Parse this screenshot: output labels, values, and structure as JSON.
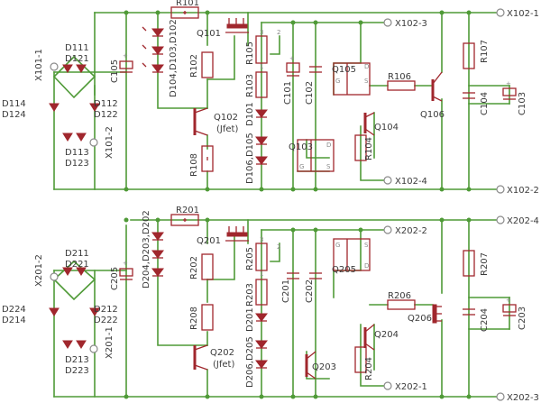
{
  "labels": {
    "r101": "R101",
    "q101": "Q101",
    "d_led1": "D104,D103,D102",
    "r102": "R102",
    "q102": "Q102",
    "jfet1": "(Jfet)",
    "r108": "R108",
    "r105": "R105",
    "r103": "R103",
    "d101": "D101",
    "d_led2": "D106,D105",
    "c101": "C101",
    "c102": "C102",
    "q103": "Q103",
    "r104": "R104",
    "q105": "Q105",
    "q104": "Q104",
    "r106": "R106",
    "q106": "Q106",
    "r107": "R107",
    "c104": "C104",
    "c103": "C103",
    "c105": "C105",
    "x101_1": "X101-1",
    "x101_2": "X101-2",
    "d111": "D111",
    "d121": "D121",
    "d114": "D114",
    "d124": "D124",
    "d112": "D112",
    "d122": "D122",
    "d113": "D113",
    "d123": "D123",
    "x102_1": "X102-1",
    "x102_2": "X102-2",
    "x102_3": "X102-3",
    "x102_4": "X102-4",
    "r201": "R201",
    "q201": "Q201",
    "d_led3": "D204,D203,D202",
    "r202": "R202",
    "r208": "R208",
    "q202": "Q202",
    "jfet2": "(Jfet)",
    "r205": "R205",
    "r203": "R203",
    "d201": "D201",
    "d_led4": "D206,D205",
    "c201": "C201",
    "c202": "C202",
    "q205": "Q205",
    "q203": "Q203",
    "r206": "R206",
    "q206": "Q206",
    "q204": "Q204",
    "r204": "R204",
    "r207": "R207",
    "c204": "C204",
    "c203": "C203",
    "c205": "C205",
    "x201_2": "X201-2",
    "x201_1": "X201-1",
    "d211": "D211",
    "d221": "D221",
    "d224": "D224",
    "d214": "D214",
    "d212": "D212",
    "d222": "D222",
    "d213": "D213",
    "d223": "D223",
    "x202_1": "X202-1",
    "x202_2": "X202-2",
    "x202_3": "X202-3",
    "x202_4": "X202-4"
  },
  "pins": {
    "one": "1",
    "two": "2",
    "three": "3",
    "d": "D",
    "s": "S",
    "g": "G",
    "plus": "+"
  }
}
